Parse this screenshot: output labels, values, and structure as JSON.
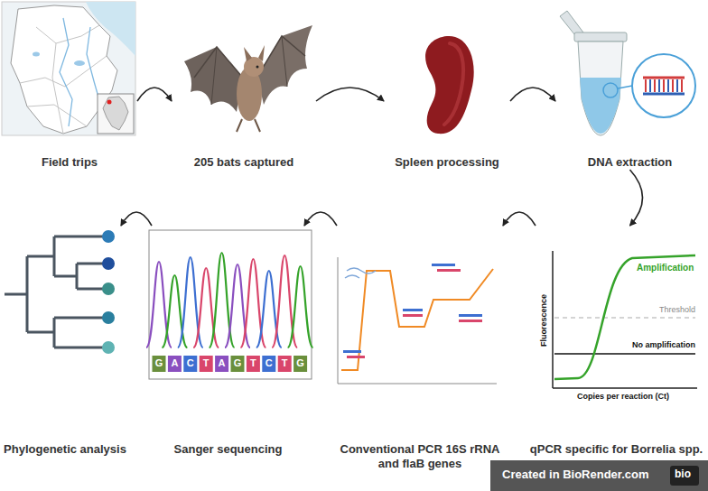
{
  "diagram": {
    "nodes": [
      {
        "text": [
          "Field trips"
        ]
      },
      {
        "text": [
          "205 bats captured"
        ]
      },
      {
        "text": [
          "Spleen processing"
        ]
      },
      {
        "text": [
          "DNA extraction"
        ]
      },
      {
        "text": [
          "Phylogenetic analysis"
        ]
      },
      {
        "text": [
          "Sanger sequencing"
        ]
      },
      {
        "text": [
          "Conventional PCR 16S rRNA and flaB genes"
        ]
      },
      {
        "text": [
          "qPCR specific for Borrelia spp."
        ]
      }
    ],
    "edges": [
      {
        "from": 0,
        "to": 1,
        "arrow": "to"
      },
      {
        "from": 1,
        "to": 2,
        "arrow": "to"
      },
      {
        "from": 2,
        "to": 3,
        "arrow": "to"
      },
      {
        "from": 3,
        "to": 7,
        "arrow": "to"
      },
      {
        "from": 7,
        "to": 6,
        "arrow": "to"
      },
      {
        "from": 6,
        "to": 5,
        "arrow": "to"
      },
      {
        "from": 5,
        "to": 4,
        "arrow": "to"
      }
    ],
    "labels": [
      "Amplification",
      "Threshold",
      "No amplification",
      "Fluorescence",
      "Copies per reaction (Ct)",
      "G",
      "A",
      "C",
      "T",
      "A",
      "G",
      "T",
      "C",
      "T",
      "G",
      "Created in BioRender.com",
      "bio"
    ]
  }
}
